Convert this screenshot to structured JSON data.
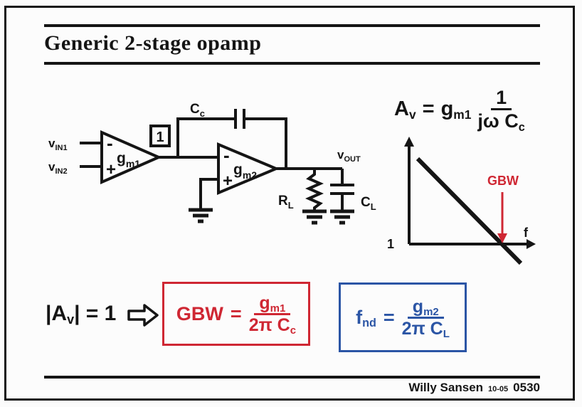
{
  "slide": {
    "title": "Generic 2-stage opamp",
    "footer": {
      "author": "Willy Sansen",
      "date": "10-05",
      "number": "0530"
    }
  },
  "colors": {
    "ink": "#151515",
    "accent_red": "#cf2733",
    "accent_blue": "#2b55a5",
    "background": "#fbfbfb"
  },
  "circuit": {
    "vin1": {
      "base": "v",
      "sub": "IN1"
    },
    "vin2": {
      "base": "v",
      "sub": "IN2"
    },
    "vout": {
      "base": "v",
      "sub": "OUT"
    },
    "gm1": {
      "base": "g",
      "sub": "m1"
    },
    "gm2": {
      "base": "g",
      "sub": "m2"
    },
    "cc": {
      "base": "C",
      "sub": "c"
    },
    "rl": {
      "base": "R",
      "sub": "L"
    },
    "cl": {
      "base": "C",
      "sub": "L"
    },
    "node_label": "1",
    "minus_sign": "-",
    "plus_sign": "+"
  },
  "gain_formula": {
    "lhs_base": "A",
    "lhs_sub": "v",
    "equals": "=",
    "coeff_base": "g",
    "coeff_sub": "m1",
    "numerator": "1",
    "den_pre": "jω C",
    "den_sub": "c"
  },
  "bode_plot": {
    "origin_label": "1",
    "freq_axis_label": "f",
    "gbw_label": "GBW"
  },
  "unity_condition": {
    "pre": "|A",
    "sub": "v",
    "post": "| = 1"
  },
  "gbw_formula": {
    "lhs": "GBW",
    "equals": "=",
    "num_base": "g",
    "num_sub": "m1",
    "den_pre": "2π C",
    "den_sub": "c"
  },
  "fnd_formula": {
    "lhs_base": "f",
    "lhs_sub": "nd",
    "equals": "=",
    "num_base": "g",
    "num_sub": "m2",
    "den_pre": "2π C",
    "den_sub": "L"
  }
}
